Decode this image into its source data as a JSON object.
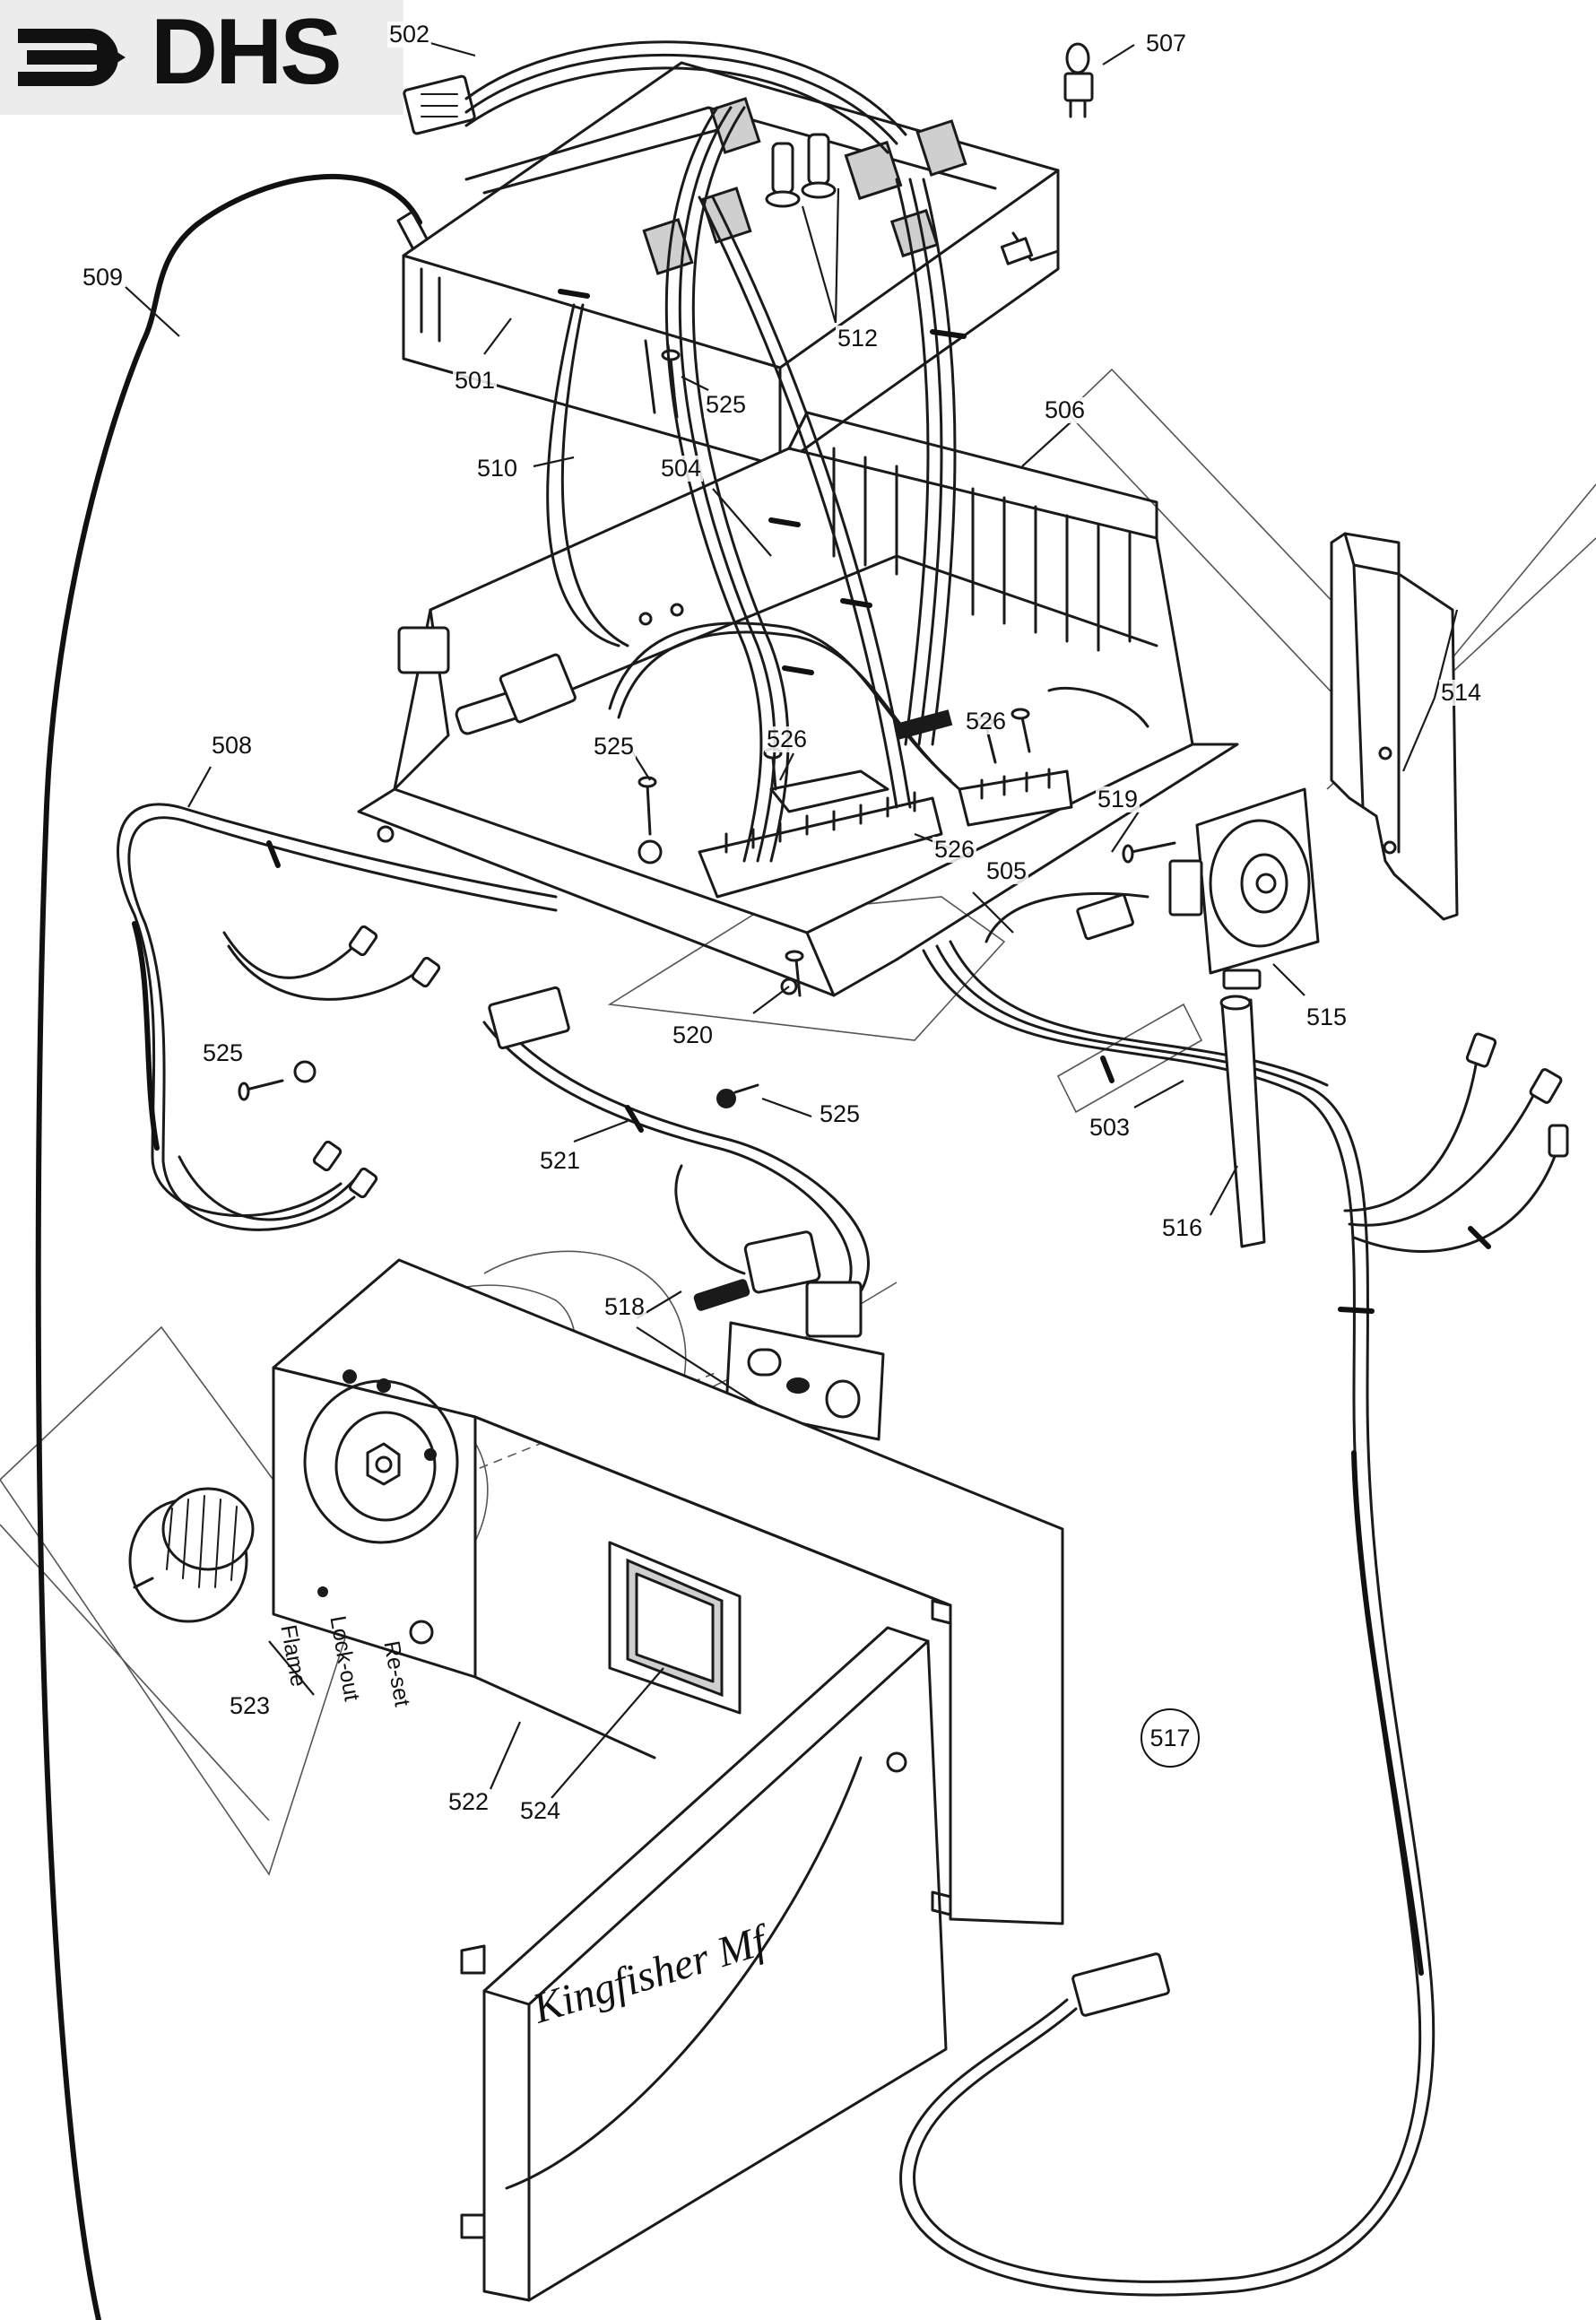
{
  "logo": {
    "text": "DHS",
    "icon": "arrow-right-icon"
  },
  "part_labels": [
    {
      "key": "p502",
      "text": "502"
    },
    {
      "key": "p507",
      "text": "507"
    },
    {
      "key": "p509",
      "text": "509"
    },
    {
      "key": "p501",
      "text": "501"
    },
    {
      "key": "p512",
      "text": "512"
    },
    {
      "key": "p525a",
      "text": "525"
    },
    {
      "key": "p506",
      "text": "506"
    },
    {
      "key": "p510",
      "text": "510"
    },
    {
      "key": "p504",
      "text": "504"
    },
    {
      "key": "p514",
      "text": "514"
    },
    {
      "key": "p508",
      "text": "508"
    },
    {
      "key": "p525b",
      "text": "525"
    },
    {
      "key": "p526a",
      "text": "526"
    },
    {
      "key": "p526b",
      "text": "526"
    },
    {
      "key": "p519",
      "text": "519"
    },
    {
      "key": "p526c",
      "text": "526"
    },
    {
      "key": "p505",
      "text": "505"
    },
    {
      "key": "p515",
      "text": "515"
    },
    {
      "key": "p520",
      "text": "520"
    },
    {
      "key": "p525c",
      "text": "525"
    },
    {
      "key": "p525d",
      "text": "525"
    },
    {
      "key": "p503",
      "text": "503"
    },
    {
      "key": "p521",
      "text": "521"
    },
    {
      "key": "p516",
      "text": "516"
    },
    {
      "key": "p518",
      "text": "518"
    },
    {
      "key": "p523",
      "text": "523"
    },
    {
      "key": "p522",
      "text": "522"
    },
    {
      "key": "p524",
      "text": "524"
    }
  ],
  "circled_label": "517",
  "panel_labels": {
    "flame": "Flame",
    "lockout": "Lock-out",
    "reset": "Re-set"
  },
  "brand": "Kingfisher Mf"
}
